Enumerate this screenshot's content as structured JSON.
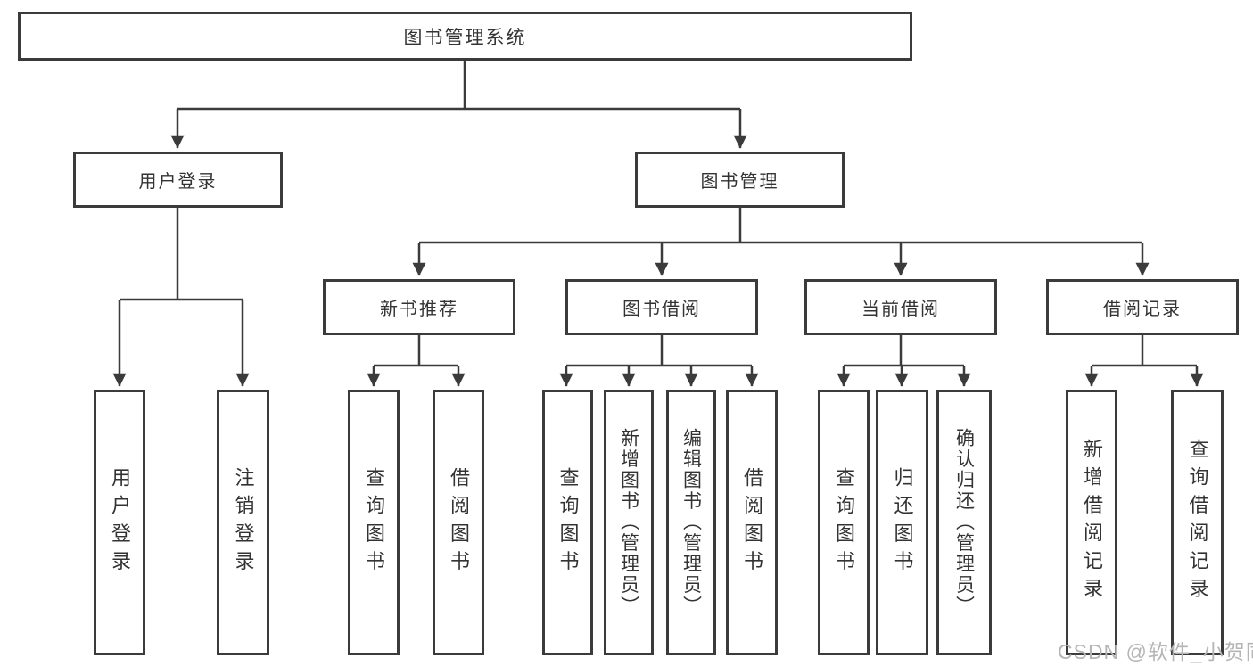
{
  "diagram": {
    "type": "hierarchy-tree",
    "root": {
      "label": "图书管理系统"
    },
    "branches": [
      {
        "label": "用户登录",
        "children": [
          {
            "label": "用户登录"
          },
          {
            "label": "注销登录"
          }
        ]
      },
      {
        "label": "图书管理",
        "children": [
          {
            "label": "新书推荐",
            "children": [
              {
                "label": "查询图书"
              },
              {
                "label": "借阅图书"
              }
            ]
          },
          {
            "label": "图书借阅",
            "children": [
              {
                "label": "查询图书"
              },
              {
                "label": "新增图书（管理员）"
              },
              {
                "label": "编辑图书（管理员）"
              },
              {
                "label": "借阅图书"
              }
            ]
          },
          {
            "label": "当前借阅",
            "children": [
              {
                "label": "查询图书"
              },
              {
                "label": "归还图书"
              },
              {
                "label": "确认归还（管理员）"
              }
            ]
          },
          {
            "label": "借阅记录",
            "children": [
              {
                "label": "新增借阅记录"
              },
              {
                "label": "查询借阅记录"
              }
            ]
          }
        ]
      }
    ]
  },
  "watermark": {
    "text": "CSDN @软件_小贺同学"
  },
  "colors": {
    "line": "#3b3b3b",
    "text": "#333333",
    "watermark": "#b5b5b5",
    "background": "#ffffff"
  }
}
